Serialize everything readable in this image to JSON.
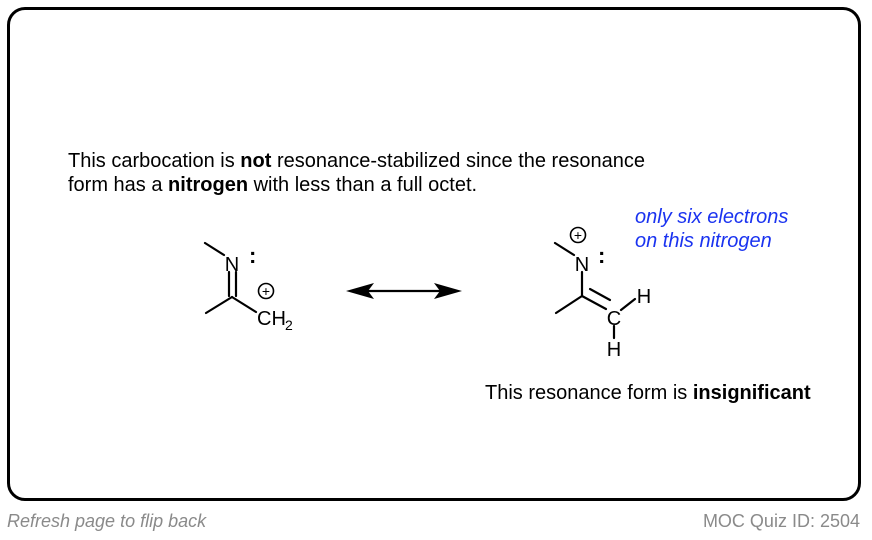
{
  "explanation": {
    "line1_a": "This carbocation is ",
    "line1_bold": "not",
    "line1_b": " resonance-stabilized since the resonance",
    "line2_a": "form has a ",
    "line2_bold": "nitrogen",
    "line2_b": " with less than a full octet."
  },
  "annotation": {
    "line1": "only six electrons",
    "line2": "on this nitrogen"
  },
  "conclusion": {
    "text_a": "This resonance form is ",
    "text_bold": "insignificant"
  },
  "structure_left": {
    "n_label": "N",
    "dots": ":",
    "plus": "+",
    "ch": "CH",
    "sub": "2"
  },
  "structure_right": {
    "n_label": "N",
    "dots": ":",
    "plus": "+",
    "c_label": "C",
    "h_top": "H",
    "h_bottom": "H"
  },
  "footer": {
    "left": "Refresh page to flip back",
    "right": "MOC Quiz ID: 2504"
  }
}
